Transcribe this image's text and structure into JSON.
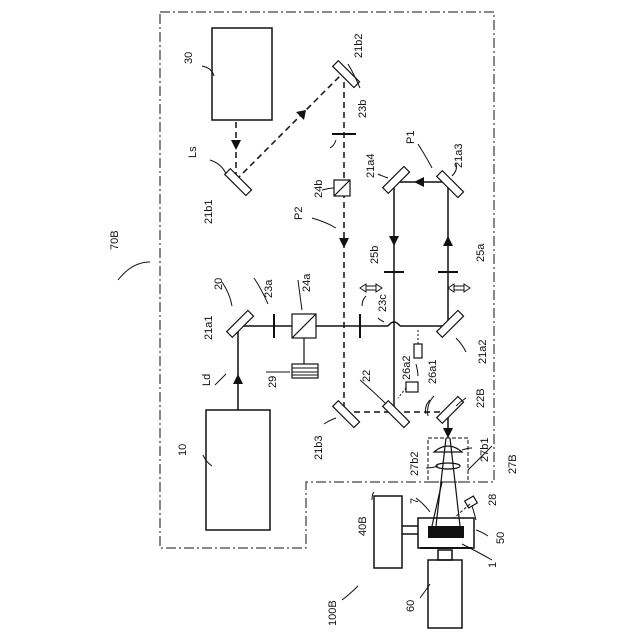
{
  "labels": {
    "l_70B": "70B",
    "l_10": "10",
    "l_20": "20",
    "l_30": "30",
    "l_Ls": "Ls",
    "l_Ld": "Ld",
    "l_P1": "P1",
    "l_P2": "P2",
    "l_21a1": "21a1",
    "l_21a2": "21a2",
    "l_21a3": "21a3",
    "l_21a4": "21a4",
    "l_21b1": "21b1",
    "l_21b2": "21b2",
    "l_21b3": "21b3",
    "l_22": "22",
    "l_22B": "22B",
    "l_23a": "23a",
    "l_23b": "23b",
    "l_23c": "23c",
    "l_24a": "24a",
    "l_24b": "24b",
    "l_25a": "25a",
    "l_25b": "25b",
    "l_26a1": "26a1",
    "l_26a2": "26a2",
    "l_27B": "27B",
    "l_27b1": "27b1",
    "l_27b2": "27b2",
    "l_28": "28",
    "l_29": "29",
    "l_40B": "40B",
    "l_50": "50",
    "l_60": "60",
    "l_7": "7",
    "l_1": "1",
    "l_100B": "100B"
  }
}
